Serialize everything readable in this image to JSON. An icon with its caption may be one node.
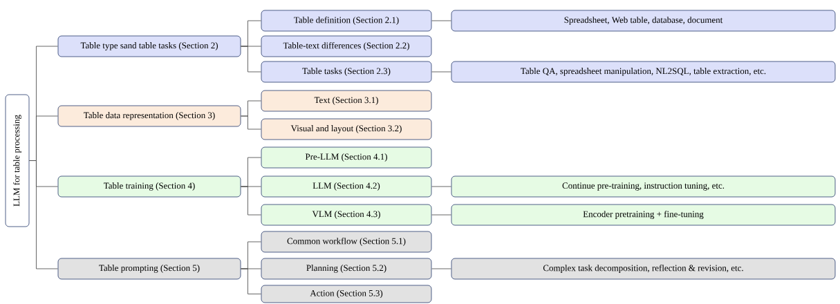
{
  "diagram": {
    "nodes": [
      {
        "text": [
          "LLM for table processing"
        ]
      },
      {
        "text": [
          "Table type sand table tasks (Section 2)"
        ]
      },
      {
        "text": [
          "Table definition (Section 2.1)"
        ]
      },
      {
        "text": [
          "Spreadsheet, Web table, database, document"
        ]
      },
      {
        "text": [
          "Table-text differences (Section 2.2)"
        ]
      },
      {
        "text": [
          "Table tasks (Section 2.3)"
        ]
      },
      {
        "text": [
          "Table QA, spreadsheet manipulation, NL2SQL, table extraction, etc."
        ]
      },
      {
        "text": [
          "Table data representation (Section 3)"
        ]
      },
      {
        "text": [
          "Text (Section 3.1)"
        ]
      },
      {
        "text": [
          "Visual and layout (Section 3.2)"
        ]
      },
      {
        "text": [
          "Table training (Section 4)"
        ]
      },
      {
        "text": [
          "Pre-LLM (Section 4.1)"
        ]
      },
      {
        "text": [
          "LLM (Section 4.2)"
        ]
      },
      {
        "text": [
          "Continue pre-training, instruction tuning, etc."
        ]
      },
      {
        "text": [
          "VLM (Section 4.3)"
        ]
      },
      {
        "text": [
          "Encoder pretraining + fine-tuning"
        ]
      },
      {
        "text": [
          "Table prompting (Section 5)"
        ]
      },
      {
        "text": [
          "Common workflow (Section 5.1)"
        ]
      },
      {
        "text": [
          "Planning (Section 5.2)"
        ]
      },
      {
        "text": [
          "Complex task decomposition, reflection & revision, etc."
        ]
      },
      {
        "text": [
          "Action (Section 5.3)"
        ]
      }
    ],
    "edges": [
      {
        "from": 0,
        "to": 1,
        "arrow": "none"
      },
      {
        "from": 0,
        "to": 7,
        "arrow": "none"
      },
      {
        "from": 0,
        "to": 10,
        "arrow": "none"
      },
      {
        "from": 0,
        "to": 16,
        "arrow": "none"
      },
      {
        "from": 1,
        "to": 2,
        "arrow": "none"
      },
      {
        "from": 1,
        "to": 4,
        "arrow": "none"
      },
      {
        "from": 1,
        "to": 5,
        "arrow": "none"
      },
      {
        "from": 2,
        "to": 3,
        "arrow": "none"
      },
      {
        "from": 5,
        "to": 6,
        "arrow": "none"
      },
      {
        "from": 7,
        "to": 8,
        "arrow": "none"
      },
      {
        "from": 7,
        "to": 9,
        "arrow": "none"
      },
      {
        "from": 10,
        "to": 11,
        "arrow": "none"
      },
      {
        "from": 10,
        "to": 12,
        "arrow": "none"
      },
      {
        "from": 10,
        "to": 14,
        "arrow": "none"
      },
      {
        "from": 12,
        "to": 13,
        "arrow": "none"
      },
      {
        "from": 14,
        "to": 15,
        "arrow": "none"
      },
      {
        "from": 16,
        "to": 17,
        "arrow": "none"
      },
      {
        "from": 16,
        "to": 18,
        "arrow": "none"
      },
      {
        "from": 16,
        "to": 20,
        "arrow": "none"
      },
      {
        "from": 18,
        "to": 19,
        "arrow": "none"
      }
    ]
  }
}
